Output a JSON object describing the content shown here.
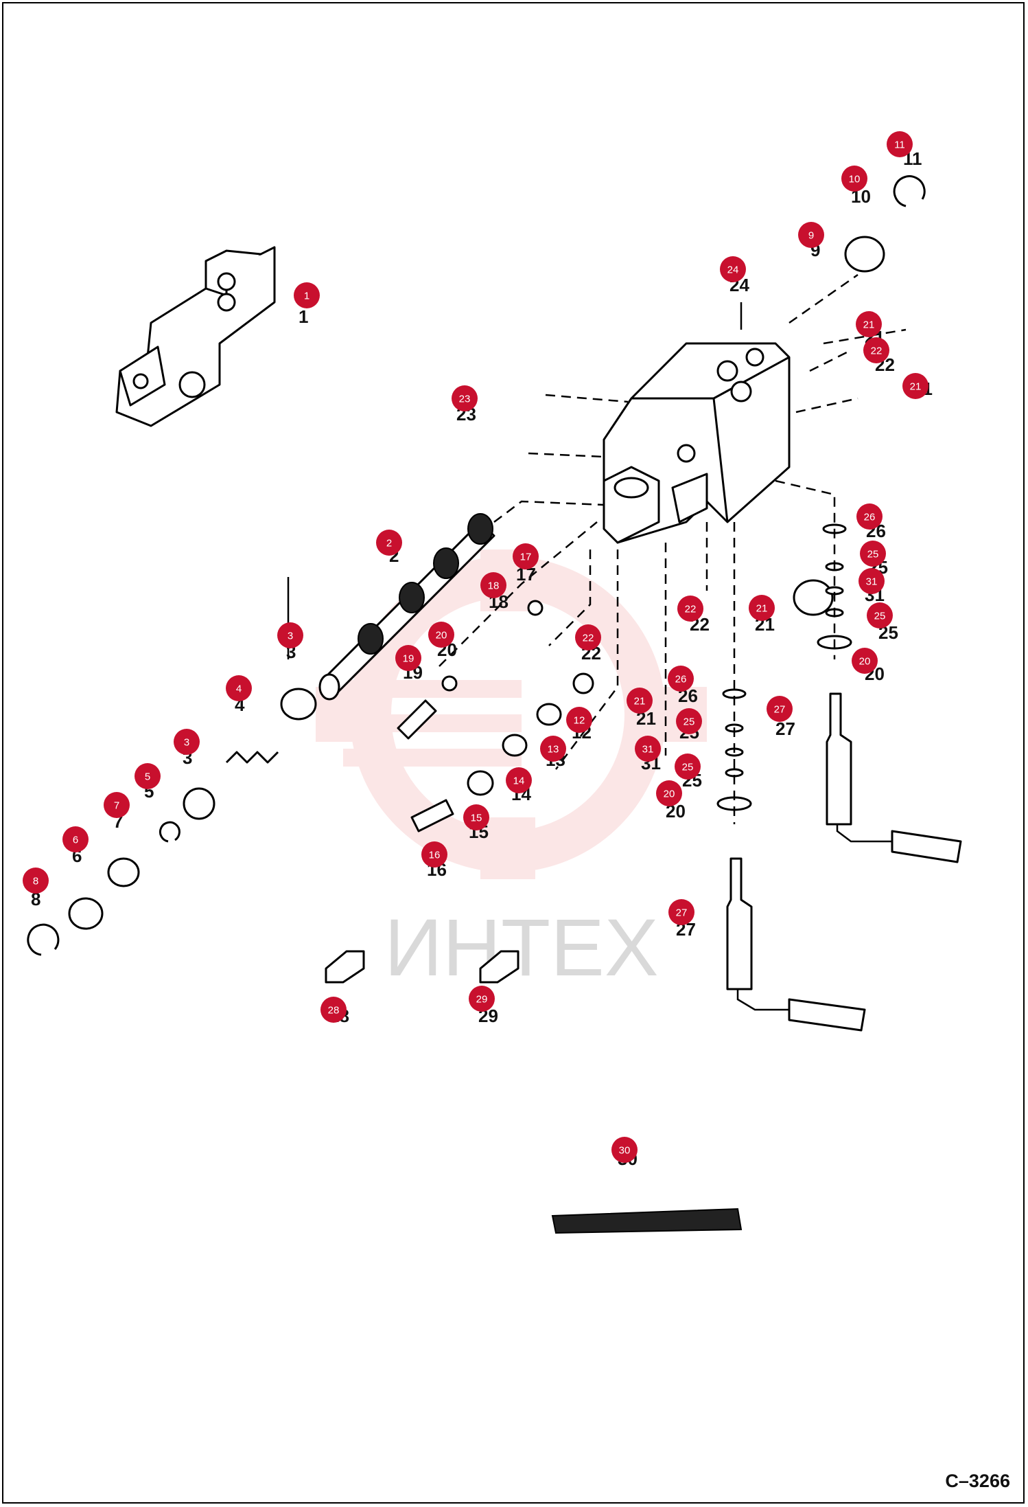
{
  "watermark": "ИНТЕХ",
  "drawing_code": "C–3266",
  "colors": {
    "badge": "#c8102e",
    "watermark_logo": "#f4b8b8",
    "watermark_text": "#d9d9d9"
  },
  "badges": [
    "1",
    "2",
    "3",
    "4",
    "3",
    "5",
    "7",
    "6",
    "8",
    "9",
    "10",
    "11",
    "24",
    "21",
    "22",
    "21",
    "23",
    "17",
    "18",
    "20",
    "19",
    "22",
    "12",
    "13",
    "14",
    "15",
    "16",
    "21",
    "22",
    "21",
    "26",
    "25",
    "31",
    "25",
    "20",
    "26",
    "25",
    "31",
    "25",
    "20",
    "27",
    "27",
    "28",
    "29",
    "30"
  ],
  "labels": [
    "1",
    "2",
    "3",
    "4",
    "3",
    "5",
    "7",
    "6",
    "8",
    "9",
    "10",
    "11",
    "24",
    "21",
    "22",
    "21",
    "23",
    "17",
    "18",
    "20",
    "19",
    "22",
    "12",
    "13",
    "14",
    "15",
    "16",
    "21",
    "22",
    "21",
    "26",
    "25",
    "31",
    "25",
    "20",
    "26",
    "25",
    "31",
    "25",
    "20",
    "27",
    "27",
    "28",
    "29",
    "30"
  ]
}
